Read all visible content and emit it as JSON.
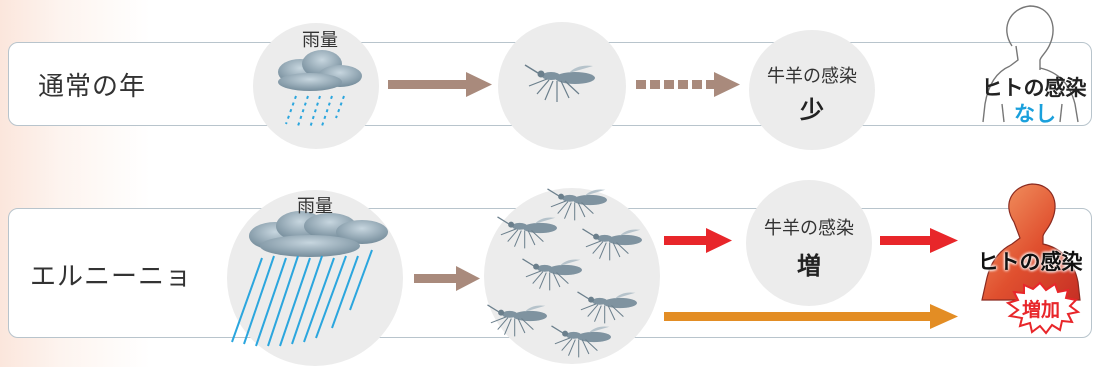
{
  "rows": {
    "normal": {
      "label": "通常の年",
      "rain_label": "雨量",
      "livestock_label": "牛羊の感染",
      "livestock_value": "少",
      "human_label": "ヒトの感染",
      "human_value": "なし"
    },
    "elnino": {
      "label": "エルニーニョ",
      "rain_label": "雨量",
      "livestock_label": "牛羊の感染",
      "livestock_value": "増",
      "human_label": "ヒトの感染",
      "human_value": "増加"
    }
  },
  "colors": {
    "brown_arrow": "#a98a7c",
    "red_arrow": "#e8262a",
    "orange_arrow": "#e38d24",
    "rain": "#2ba6de",
    "none_text": "#1aa0dc",
    "panel_border": "#b8c4cc"
  }
}
